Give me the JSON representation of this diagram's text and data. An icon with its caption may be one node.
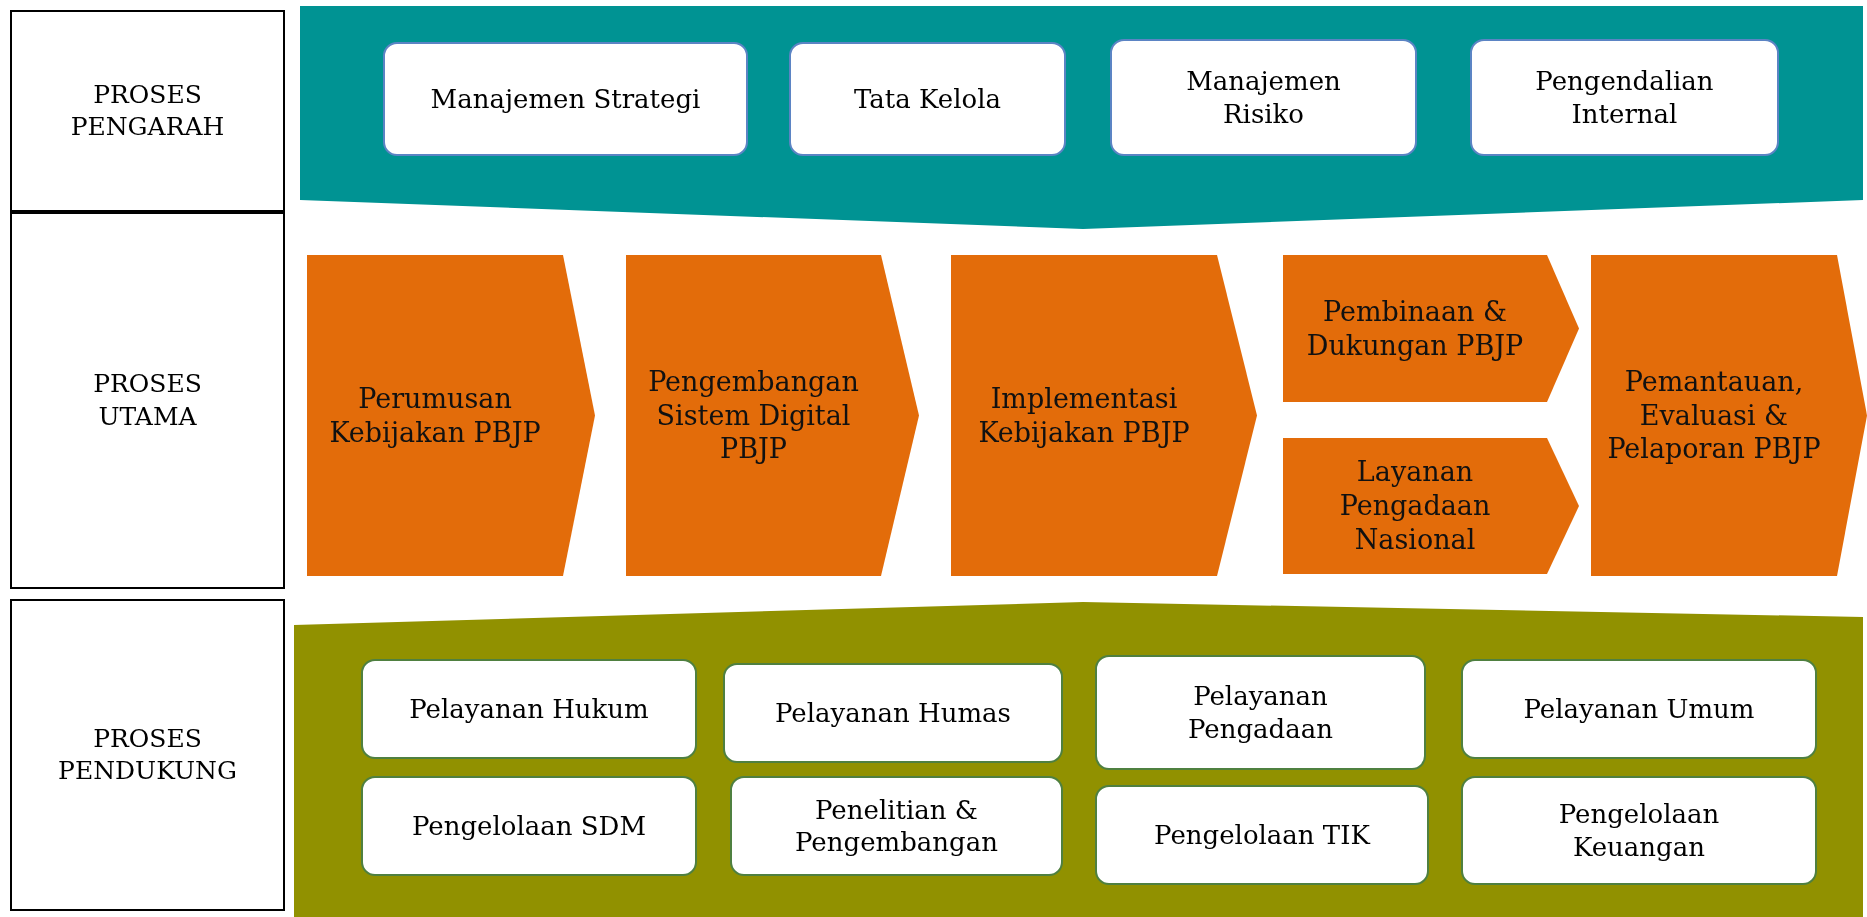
{
  "diagram": {
    "nodes": [
      {
        "text": [
          "PROSES PENGARAH"
        ]
      },
      {
        "text": [],
        "shape": "band"
      },
      {
        "text": [
          "Manajemen Strategi"
        ],
        "in": 1
      },
      {
        "text": [
          "Tata Kelola"
        ],
        "in": 1
      },
      {
        "text": [
          "Manajemen Risiko"
        ],
        "in": 1
      },
      {
        "text": [
          "Pengendalian Internal"
        ],
        "in": 1
      },
      {
        "text": [
          "PROSES UTAMA"
        ]
      },
      {
        "text": [
          "Perumusan Kebijakan PBJP"
        ]
      },
      {
        "text": [
          "Pengembangan Sistem Digital PBJP"
        ]
      },
      {
        "text": [
          "Implementasi Kebijakan PBJP"
        ]
      },
      {
        "text": [
          "Pembinaan & Dukungan PBJP"
        ]
      },
      {
        "text": [
          "Layanan Pengadaan Nasional"
        ]
      },
      {
        "text": [
          "Pemantauan, Evaluasi & Pelaporan PBJP"
        ]
      },
      {
        "text": [
          "PROSES PENDUKUNG"
        ]
      },
      {
        "text": [],
        "shape": "band"
      },
      {
        "text": [
          "Pelayanan Hukum"
        ],
        "in": 14
      },
      {
        "text": [
          "Pelayanan Humas"
        ],
        "in": 14
      },
      {
        "text": [
          "Pelayanan Pengadaan"
        ],
        "in": 14
      },
      {
        "text": [
          "Pelayanan Umum"
        ],
        "in": 14
      },
      {
        "text": [
          "Pengelolaan SDM"
        ],
        "in": 14
      },
      {
        "text": [
          "Penelitian & Pengembangan"
        ],
        "in": 14
      },
      {
        "text": [
          "Pengelolaan TIK"
        ],
        "in": 14
      },
      {
        "text": [
          "Pengelolaan Keuangan"
        ],
        "in": 14
      }
    ]
  }
}
